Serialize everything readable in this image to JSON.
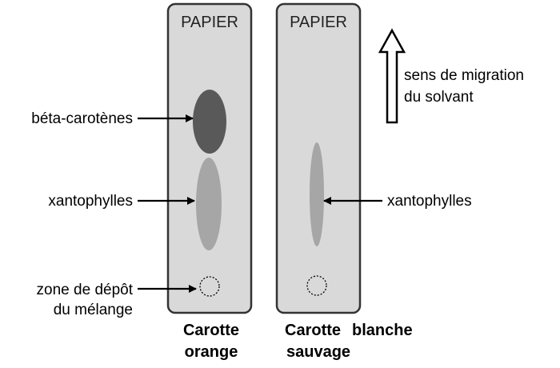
{
  "strips": [
    {
      "title": "PAPIER",
      "caption_line1": "Carotte",
      "caption_line2": "orange"
    },
    {
      "title": "PAPIER",
      "caption_line1": "Carotte",
      "caption_line1b": "blanche",
      "caption_line2": "sauvage"
    }
  ],
  "labels": {
    "beta": "béta-carotènes",
    "xanto_left": "xantophylles",
    "xanto_right": "xantophylles",
    "depot_line1": "zone de dépôt",
    "depot_line2": "du mélange",
    "migration_line1": "sens de migration",
    "migration_line2": "du solvant"
  },
  "colors": {
    "paper": "#d9d9d9",
    "beta_spot": "#595959",
    "xanto_spot": "#a6a6a6",
    "border": "#333333"
  }
}
